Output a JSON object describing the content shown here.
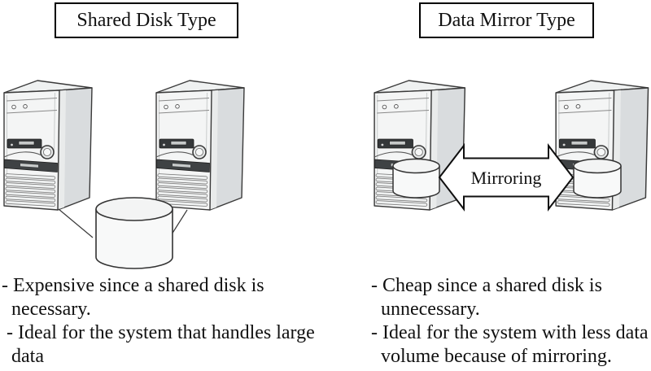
{
  "titles": {
    "shared_disk": "Shared Disk Type",
    "data_mirror": "Data Mirror Type"
  },
  "arrow": {
    "label": "Mirroring"
  },
  "notes": {
    "shared_disk": "- Expensive since a shared disk is\n  necessary.\n - Ideal for the system that handles large\n  data",
    "data_mirror": "- Cheap since a shared disk is\n  unnecessary.\n- Ideal for the system with less data\n  volume because of mirroring."
  },
  "colors": {
    "background": "#ffffff",
    "outline": "#3a3a3a",
    "server_front": "#f4f5f5",
    "server_side": "#d9dcde",
    "server_top": "#eff1f1",
    "dark_band": "#3f4244",
    "disk_fill": "#f8f9f9",
    "arrow_fill": "#ffffff",
    "arrow_stroke": "#0f0f0f",
    "text": "#111111"
  }
}
